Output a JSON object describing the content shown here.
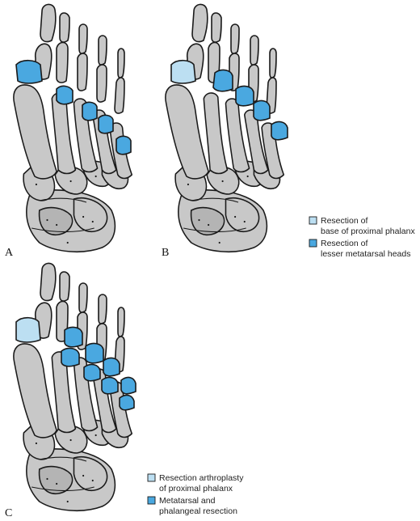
{
  "panels": [
    {
      "label": "A"
    },
    {
      "label": "B"
    },
    {
      "label": "C"
    }
  ],
  "legends": {
    "b": [
      {
        "line1": "Resection of",
        "line2": "base of proximal phalanx",
        "color": "#bcdff2"
      },
      {
        "line1": "Resection of",
        "line2": "lesser metatarsal heads",
        "color": "#4aa8e0"
      }
    ],
    "c": [
      {
        "line1": "Resection arthroplasty",
        "line2": "of proximal phalanx",
        "color": "#bcdff2"
      },
      {
        "line1": "Metatarsal and",
        "line2": "phalangeal resection",
        "color": "#4aa8e0"
      }
    ]
  },
  "colors": {
    "bone": "#c8c8c8",
    "resection_dark": "#4aa8e0",
    "resection_light": "#bcdff2"
  }
}
